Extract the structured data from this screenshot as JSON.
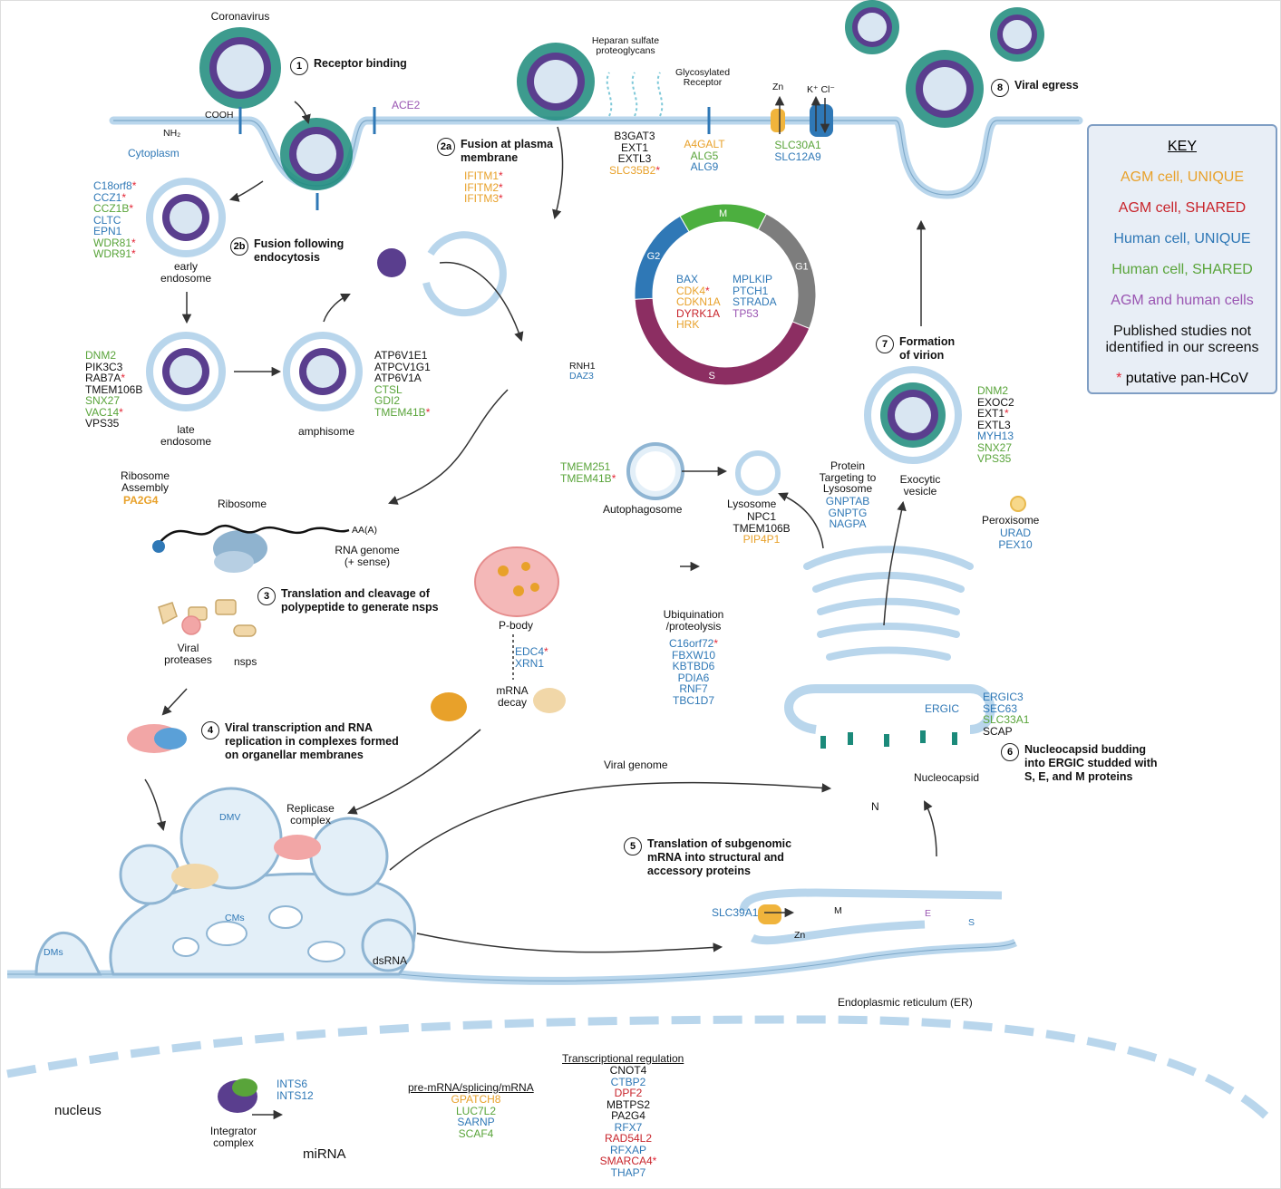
{
  "colors": {
    "orange": "#e8a12a",
    "red": "#c8242b",
    "blue": "#2f78b6",
    "green": "#59a43a",
    "purple": "#9a55b2",
    "black": "#111111",
    "membrane": "#b9d6ec",
    "virus_body": "#5a3e8e",
    "spike": "#1b8a7a"
  },
  "labels": {
    "coronavirus": "Coronavirus",
    "ace2": "ACE2",
    "cytoplasm": "Cytoplasm",
    "cooh": "COOH",
    "nh2": "NH₂",
    "hspg": "Heparan sulfate\nproteoglycans",
    "glyco_receptor": "Glycosylated\nReceptor",
    "zn_top": "Zn",
    "kcl": "K⁺ Cl⁻",
    "early_endosome": "early\nendosome",
    "late_endosome": "late\nendosome",
    "amphisome": "amphisome",
    "ribosome_assembly": "Ribosome\nAssembly",
    "ribosome": "Ribosome",
    "rna_genome": "RNA genome\n(+ sense)",
    "aa": "AA(A)",
    "viral_proteases": "Viral\nproteases",
    "nsps": "nsps",
    "p_body": "P-body",
    "mrna_decay": "mRNA\ndecay",
    "autophagosome": "Autophagosome",
    "lysosome": "Lysosome",
    "protein_targeting": "Protein\nTargeting to\nLysosome",
    "exocytic_vesicle": "Exocytic\nvesicle",
    "peroxisome": "Peroxisome",
    "ubiquination": "Ubiquination\n/proteolysis",
    "ergic": "ERGIC",
    "nucleocapsid": "Nucleocapsid",
    "n": "N",
    "viral_genome": "Viral genome",
    "replicase_complex": "Replicase\ncomplex",
    "dmv": "DMV",
    "cms": "CMs",
    "dms": "DMs",
    "dsrna": "dsRNA",
    "zn_er": "Zn",
    "m": "M",
    "e": "E",
    "s": "S",
    "er": "Endoplasmic reticulum (ER)",
    "nucleus": "nucleus",
    "integrator": "Integrator\ncomplex",
    "mirna": "miRNA",
    "pre_mrna_title": "pre-mRNA/splicing/mRNA",
    "transcriptional_title": "Transcriptional regulation"
  },
  "steps": [
    {
      "num": "1",
      "text": "Receptor binding"
    },
    {
      "num": "2a",
      "text": "Fusion at plasma\nmembrane"
    },
    {
      "num": "2b",
      "text": "Fusion following\nendocytosis"
    },
    {
      "num": "3",
      "text": "Translation and cleavage of\npolypeptide to generate nsps"
    },
    {
      "num": "4",
      "text": "Viral transcription and RNA\nreplication in complexes formed\non organellar membranes"
    },
    {
      "num": "5",
      "text": "Translation of subgenomic\nmRNA into structural and\naccessory proteins"
    },
    {
      "num": "6",
      "text": "Nucleocapsid budding\ninto ERGIC studded with\nS, E, and M proteins"
    },
    {
      "num": "7",
      "text": "Formation\nof virion"
    },
    {
      "num": "8",
      "text": "Viral egress"
    }
  ],
  "cell_cycle": {
    "phases": [
      {
        "name": "M",
        "start_deg": 330,
        "end_deg": 27,
        "color": "#4caf3f"
      },
      {
        "name": "G1",
        "start_deg": 27,
        "end_deg": 112,
        "color": "#7d7d7d"
      },
      {
        "name": "S",
        "start_deg": 112,
        "end_deg": 267,
        "color": "#8c2e62"
      },
      {
        "name": "G2",
        "start_deg": 267,
        "end_deg": 330,
        "color": "#2f78b6"
      }
    ]
  },
  "gene_lists": {
    "endocytosis": [
      {
        "name": "C18orf8",
        "color": "blue",
        "star": true
      },
      {
        "name": "CCZ1",
        "color": "blue",
        "star": true
      },
      {
        "name": "CCZ1B",
        "color": "green",
        "star": true
      },
      {
        "name": "CLTC",
        "color": "blue",
        "star": false
      },
      {
        "name": "EPN1",
        "color": "blue",
        "star": false
      },
      {
        "name": "WDR81",
        "color": "green",
        "star": true
      },
      {
        "name": "WDR91",
        "color": "green",
        "star": true
      }
    ],
    "fusion_pm": [
      {
        "name": "IFITM1",
        "color": "orange",
        "star": true
      },
      {
        "name": "IFITM2",
        "color": "orange",
        "star": true
      },
      {
        "name": "IFITM3",
        "color": "orange",
        "star": true
      }
    ],
    "hspg": [
      {
        "name": "B3GAT3",
        "color": "black",
        "star": false
      },
      {
        "name": "EXT1",
        "color": "black",
        "star": false
      },
      {
        "name": "EXTL3",
        "color": "black",
        "star": false
      },
      {
        "name": "SLC35B2",
        "color": "orange",
        "star": true
      }
    ],
    "glyco": [
      {
        "name": "A4GALT",
        "color": "orange",
        "star": false
      },
      {
        "name": "ALG5",
        "color": "green",
        "star": false
      },
      {
        "name": "ALG9",
        "color": "blue",
        "star": false
      }
    ],
    "transporters": [
      {
        "name": "SLC30A1",
        "color": "green",
        "star": false
      },
      {
        "name": "SLC12A9",
        "color": "blue",
        "star": false
      }
    ],
    "late_endosome": [
      {
        "name": "DNM2",
        "color": "green",
        "star": false
      },
      {
        "name": "PIK3C3",
        "color": "black",
        "star": false
      },
      {
        "name": "RAB7A",
        "color": "black",
        "star": true
      },
      {
        "name": "TMEM106B",
        "color": "black",
        "star": false
      },
      {
        "name": "SNX27",
        "color": "green",
        "star": false
      },
      {
        "name": "VAC14",
        "color": "green",
        "star": true
      },
      {
        "name": "VPS35",
        "color": "black",
        "star": false
      }
    ],
    "amphisome": [
      {
        "name": "ATP6V1E1",
        "color": "black",
        "star": false
      },
      {
        "name": "ATPCV1G1",
        "color": "black",
        "star": false
      },
      {
        "name": "ATP6V1A",
        "color": "black",
        "star": false
      },
      {
        "name": "CTSL",
        "color": "green",
        "star": false
      },
      {
        "name": "GDI2",
        "color": "green",
        "star": false
      },
      {
        "name": "TMEM41B",
        "color": "green",
        "star": true
      }
    ],
    "rna": [
      {
        "name": "RNH1",
        "color": "black",
        "star": false
      },
      {
        "name": "DAZ3",
        "color": "blue",
        "star": false
      }
    ],
    "cell_cycle_left": [
      {
        "name": "BAX",
        "color": "blue",
        "star": false
      },
      {
        "name": "CDK4",
        "color": "orange",
        "star": true
      },
      {
        "name": "CDKN1A",
        "color": "orange",
        "star": false
      },
      {
        "name": "DYRK1A",
        "color": "red",
        "star": false
      },
      {
        "name": "HRK",
        "color": "orange",
        "star": false
      }
    ],
    "cell_cycle_right": [
      {
        "name": "MPLKIP",
        "color": "blue",
        "star": false
      },
      {
        "name": "PTCH1",
        "color": "blue",
        "star": false
      },
      {
        "name": "STRADA",
        "color": "blue",
        "star": false
      },
      {
        "name": "TP53",
        "color": "purple",
        "star": false
      }
    ],
    "ribosome_assembly": [
      {
        "name": "PA2G4",
        "color": "orange",
        "star": false
      }
    ],
    "autophagosome": [
      {
        "name": "TMEM251",
        "color": "green",
        "star": false
      },
      {
        "name": "TMEM41B",
        "color": "green",
        "star": true
      }
    ],
    "lysosome": [
      {
        "name": "NPC1",
        "color": "black",
        "star": false
      },
      {
        "name": "TMEM106B",
        "color": "black",
        "star": false
      },
      {
        "name": "PIP4P1",
        "color": "orange",
        "star": false
      }
    ],
    "protein_targeting": [
      {
        "name": "GNPTAB",
        "color": "blue",
        "star": false
      },
      {
        "name": "GNPTG",
        "color": "blue",
        "star": false
      },
      {
        "name": "NAGPA",
        "color": "blue",
        "star": false
      }
    ],
    "exocytic": [
      {
        "name": "DNM2",
        "color": "green",
        "star": false
      },
      {
        "name": "EXOC2",
        "color": "black",
        "star": false
      },
      {
        "name": "EXT1",
        "color": "black",
        "star": true
      },
      {
        "name": "EXTL3",
        "color": "black",
        "star": false
      },
      {
        "name": "MYH13",
        "color": "blue",
        "star": false
      },
      {
        "name": "SNX27",
        "color": "green",
        "star": false
      },
      {
        "name": "VPS35",
        "color": "green",
        "star": false
      }
    ],
    "peroxisome": [
      {
        "name": "URAD",
        "color": "blue",
        "star": false
      },
      {
        "name": "PEX10",
        "color": "blue",
        "star": false
      }
    ],
    "ubiquination": [
      {
        "name": "C16orf72",
        "color": "blue",
        "star": true
      },
      {
        "name": "FBXW10",
        "color": "blue",
        "star": false
      },
      {
        "name": "KBTBD6",
        "color": "blue",
        "star": false
      },
      {
        "name": "PDIA6",
        "color": "blue",
        "star": false
      },
      {
        "name": "RNF7",
        "color": "blue",
        "star": false
      },
      {
        "name": "TBC1D7",
        "color": "blue",
        "star": false
      }
    ],
    "pbody": [
      {
        "name": "EDC4",
        "color": "blue",
        "star": true
      },
      {
        "name": "XRN1",
        "color": "blue",
        "star": false
      }
    ],
    "ergic": [
      {
        "name": "ERGIC3",
        "color": "blue",
        "star": false
      },
      {
        "name": "SEC63",
        "color": "blue",
        "star": false
      },
      {
        "name": "SLC33A1",
        "color": "green",
        "star": false
      },
      {
        "name": "SCAP",
        "color": "black",
        "star": false
      }
    ],
    "er_zn": [
      {
        "name": "SLC39A1",
        "color": "blue",
        "star": false
      }
    ],
    "integrator": [
      {
        "name": "INTS6",
        "color": "blue",
        "star": false
      },
      {
        "name": "INTS12",
        "color": "blue",
        "star": false
      }
    ],
    "splicing": [
      {
        "name": "GPATCH8",
        "color": "orange",
        "star": false
      },
      {
        "name": "LUC7L2",
        "color": "green",
        "star": false
      },
      {
        "name": "SARNP",
        "color": "blue",
        "star": false
      },
      {
        "name": "SCAF4",
        "color": "green",
        "star": false
      }
    ],
    "transcriptional": [
      {
        "name": "CNOT4",
        "color": "black",
        "star": false
      },
      {
        "name": "CTBP2",
        "color": "blue",
        "star": false
      },
      {
        "name": "DPF2",
        "color": "red",
        "star": false
      },
      {
        "name": "MBTPS2",
        "color": "black",
        "star": false
      },
      {
        "name": "PA2G4",
        "color": "black",
        "star": false
      },
      {
        "name": "RFX7",
        "color": "blue",
        "star": false
      },
      {
        "name": "RAD54L2",
        "color": "red",
        "star": false
      },
      {
        "name": "RFXAP",
        "color": "blue",
        "star": false
      },
      {
        "name": "SMARCA4",
        "color": "red",
        "star": true
      },
      {
        "name": "THAP7",
        "color": "blue",
        "star": false
      }
    ]
  },
  "key": {
    "title": "KEY",
    "items": [
      {
        "label": "AGM cell, UNIQUE",
        "color": "orange"
      },
      {
        "label": "AGM cell, SHARED",
        "color": "red"
      },
      {
        "label": "Human cell, UNIQUE",
        "color": "blue"
      },
      {
        "label": "Human cell, SHARED",
        "color": "green"
      },
      {
        "label": "AGM and human cells",
        "color": "purple"
      },
      {
        "label": "Published studies not\nidentified in our screens",
        "color": "black"
      }
    ],
    "pan_note": "putative pan-HCoV",
    "star_symbol": "*"
  }
}
